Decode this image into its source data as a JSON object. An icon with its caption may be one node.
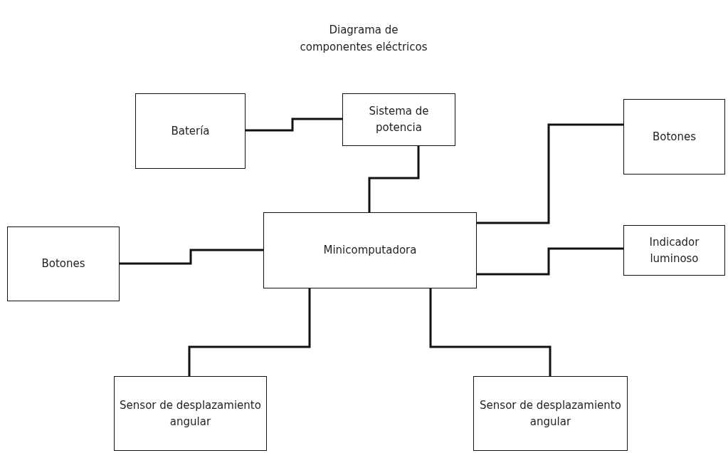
{
  "diagram": {
    "title": "Diagrama de componentes eléctricos",
    "nodes": [
      {
        "text": [
          "Batería"
        ]
      },
      {
        "text": [
          "Sistema de potencia"
        ]
      },
      {
        "text": [
          "Botones"
        ]
      },
      {
        "text": [
          "Botones"
        ]
      },
      {
        "text": [
          "Minicomputadora"
        ]
      },
      {
        "text": [
          "Indicador luminoso"
        ]
      },
      {
        "text": [
          "Sensor de desplazamiento angular"
        ]
      },
      {
        "text": [
          "Sensor de desplazamiento angular"
        ]
      }
    ],
    "edges": [
      {
        "from": 0,
        "to": 1,
        "arrow": "none"
      },
      {
        "from": 1,
        "to": 4,
        "arrow": "none"
      },
      {
        "from": 4,
        "to": 2,
        "arrow": "none"
      },
      {
        "from": 3,
        "to": 4,
        "arrow": "none"
      },
      {
        "from": 4,
        "to": 5,
        "arrow": "none"
      },
      {
        "from": 4,
        "to": 6,
        "arrow": "none"
      },
      {
        "from": 4,
        "to": 7,
        "arrow": "none"
      }
    ]
  }
}
